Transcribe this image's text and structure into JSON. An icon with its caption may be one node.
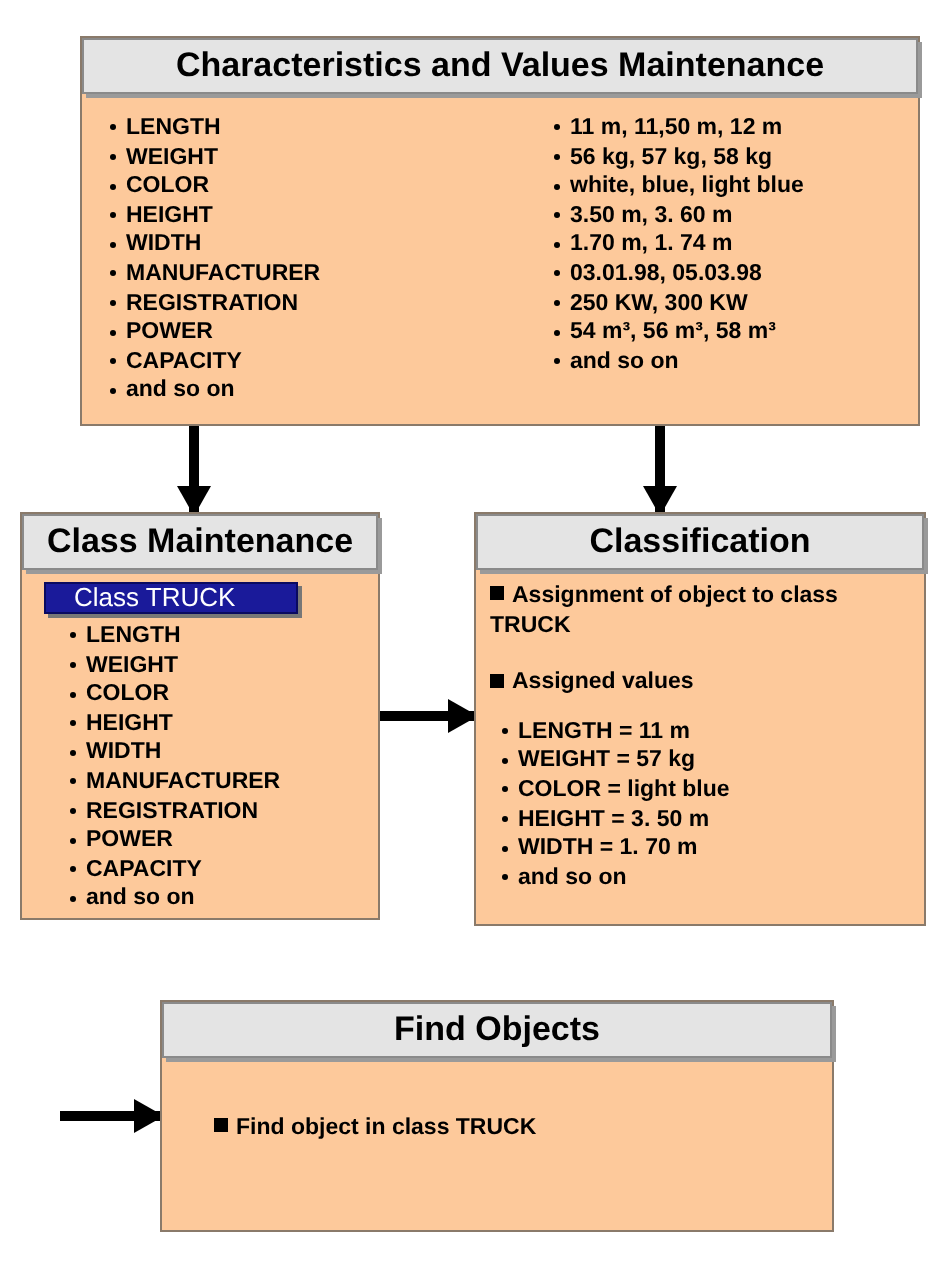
{
  "diagram": {
    "nodes": [
      {
        "text": [
          "Characteristics and Values Maintenance",
          "LENGTH",
          "WEIGHT",
          "COLOR",
          "HEIGHT",
          "WIDTH",
          "MANUFACTURER",
          "REGISTRATION",
          "POWER",
          "CAPACITY",
          "and so on",
          "11 m, 11,50 m, 12 m",
          "56 kg, 57 kg, 58 kg",
          "white, blue, light blue",
          "3.50 m, 3. 60 m",
          "1.70 m, 1. 74 m",
          "03.01.98, 05.03.98",
          "250 KW, 300 KW",
          "54 m³, 56 m³, 58 m³",
          "and so on"
        ]
      },
      {
        "text": [
          "Class Maintenance",
          "LENGTH",
          "WEIGHT",
          "COLOR",
          "HEIGHT",
          "WIDTH",
          "MANUFACTURER",
          "REGISTRATION",
          "POWER",
          "CAPACITY",
          "and so on"
        ]
      },
      {
        "text": [
          "Class TRUCK"
        ],
        "in": 1
      },
      {
        "text": [
          "Classification",
          "Assignment of object to class TRUCK",
          "Assigned values",
          "LENGTH = 11 m",
          "WEIGHT = 57 kg",
          "COLOR = light blue",
          "HEIGHT = 3. 50 m",
          "WIDTH = 1. 70 m",
          "and so on"
        ]
      },
      {
        "text": [
          "Find Objects",
          "Find object in class TRUCK"
        ]
      }
    ],
    "edges": [
      {
        "from": 0,
        "to": 1,
        "arrow": "to"
      },
      {
        "from": 0,
        "to": 3,
        "arrow": "to"
      },
      {
        "from": 1,
        "to": 3,
        "arrow": "to"
      },
      {
        "from": null,
        "to": 4,
        "arrow": "to"
      }
    ]
  }
}
